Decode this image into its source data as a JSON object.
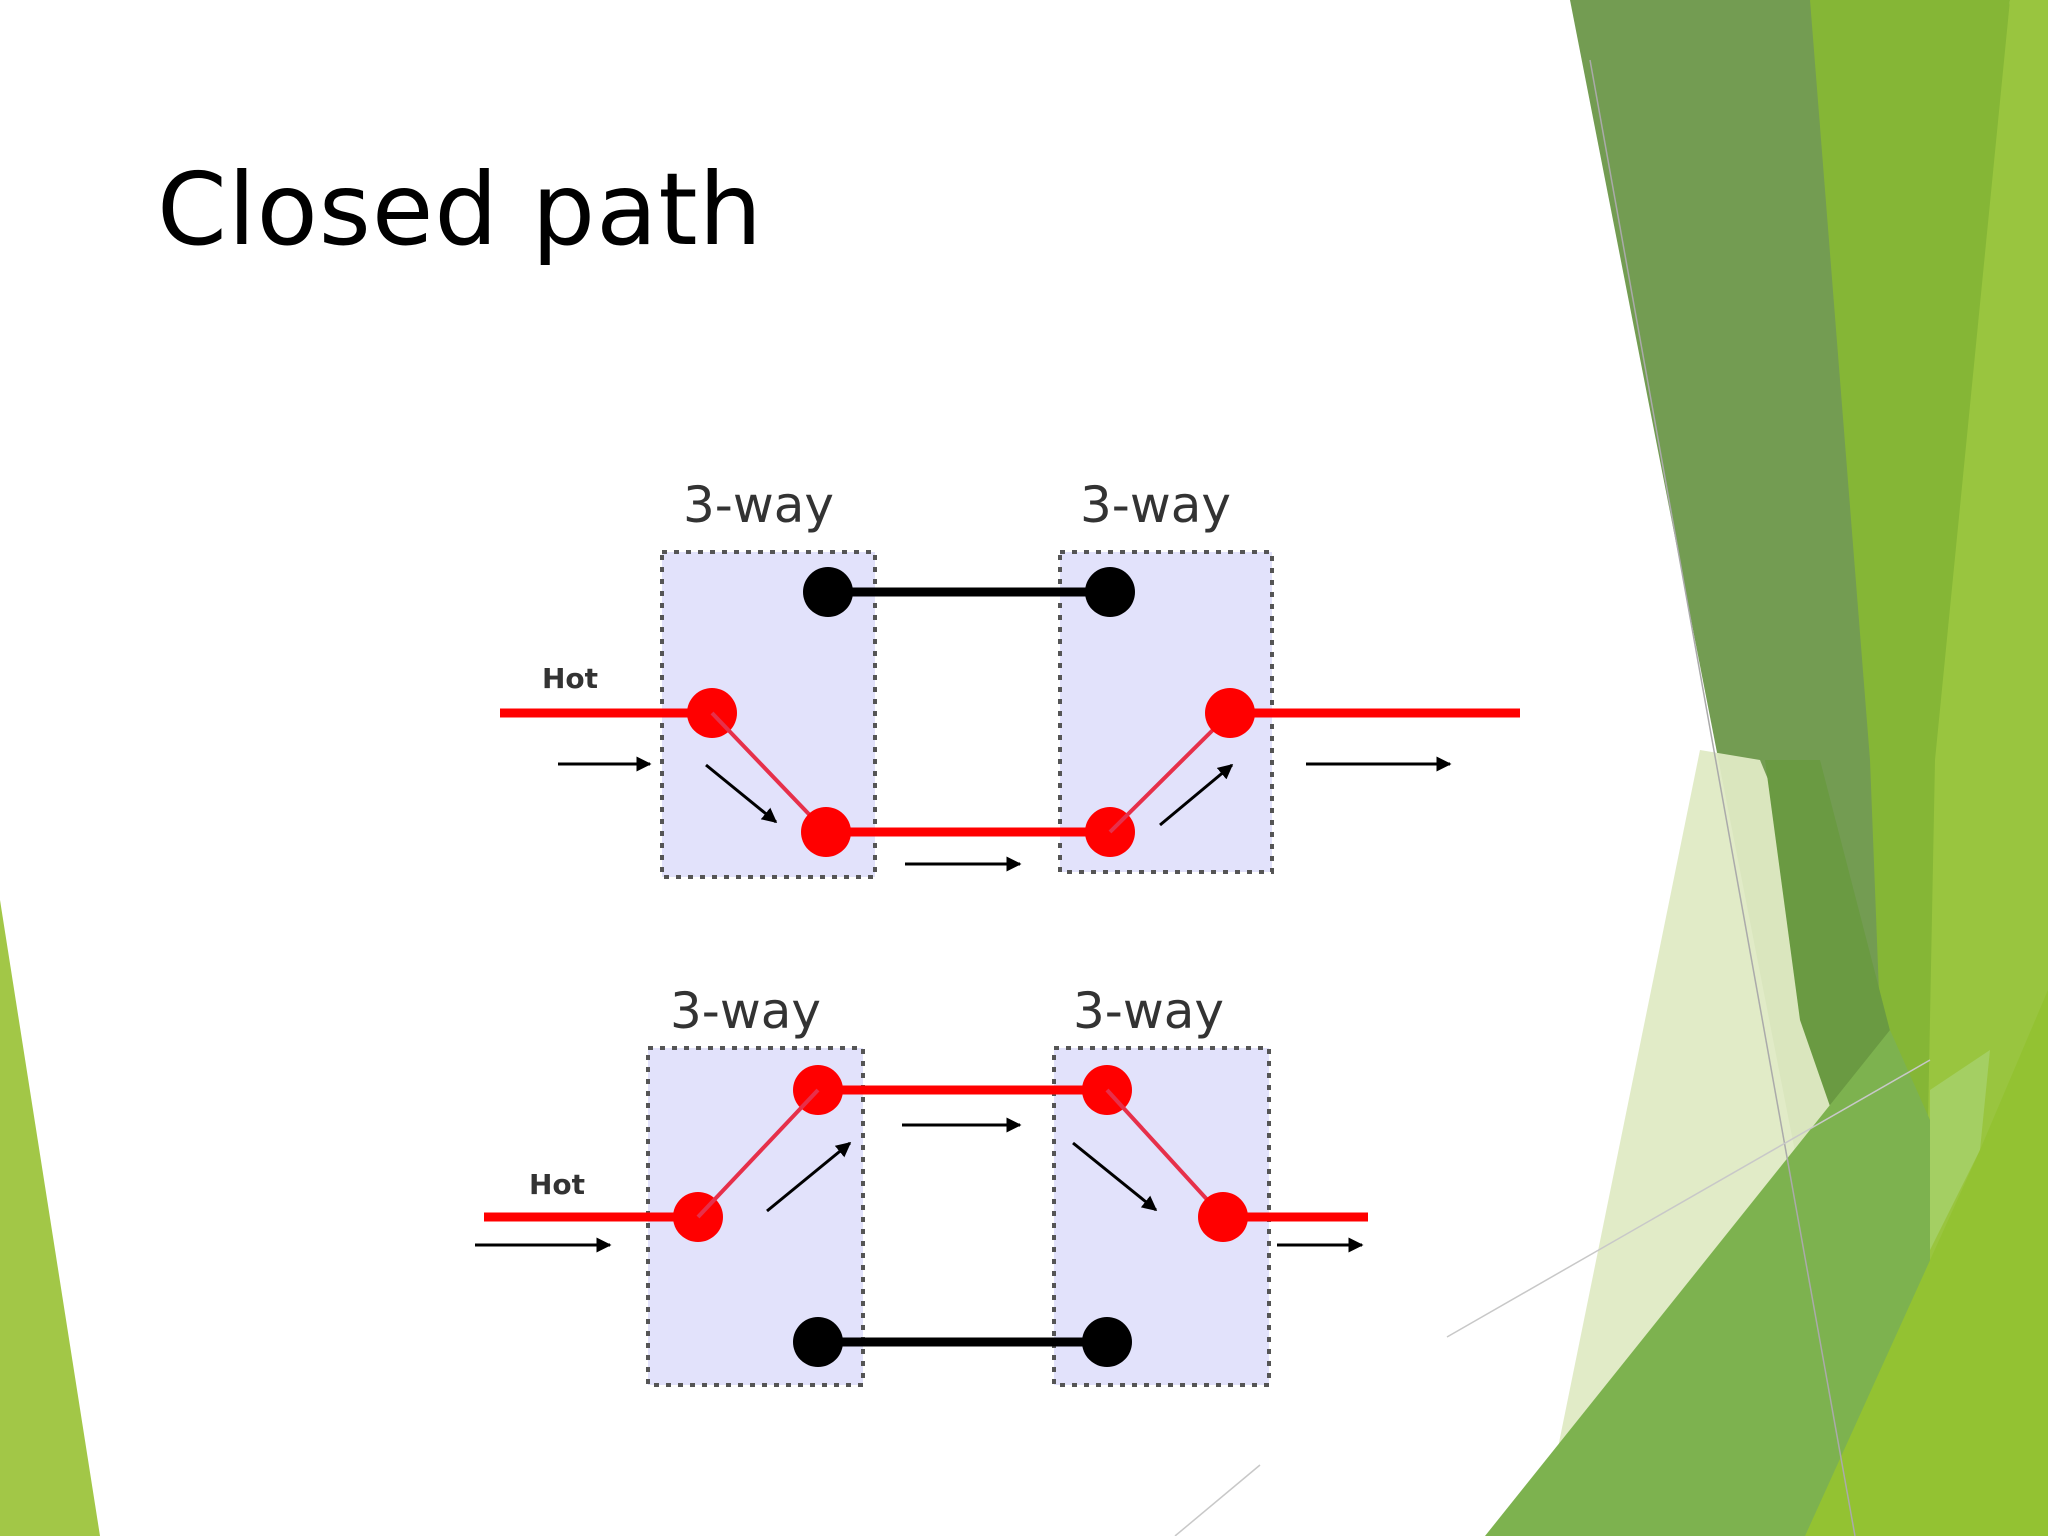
{
  "slide": {
    "title": "Closed path",
    "theme_colors": {
      "dark_green": "#739c52",
      "mid_green": "#84b635",
      "light_green": "#9cc440",
      "pale_green": "#dfeac4",
      "left_accent": "#a2c747"
    }
  },
  "diagram": {
    "switch_fill": "#e2e2fb",
    "hot_wire_color": "#ff0000",
    "traveler_wire_color": "#000000",
    "top_circuit": {
      "left_switch_label": "3-way",
      "right_switch_label": "3-way",
      "hot_label": "Hot",
      "active_path": "lower traveler"
    },
    "bottom_circuit": {
      "left_switch_label": "3-way",
      "right_switch_label": "3-way",
      "hot_label": "Hot",
      "active_path": "upper traveler"
    }
  }
}
